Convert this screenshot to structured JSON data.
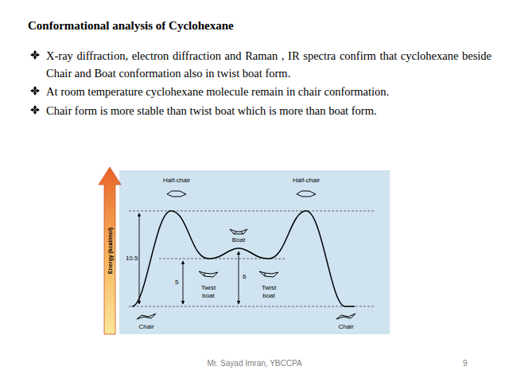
{
  "diagram": {
    "title": "Conformational analysis of Cyclohexane",
    "labels": [
      "X-ray diffraction, electron diffraction and Raman , IR spectra confirm that cyclohexane beside Chair and Boat conformation also in twist boat form.",
      "At room temperature cyclohexane molecule remain in chair conformation.",
      "Chair form is more stable than twist boat which is more than boat form.",
      "Energy (kcal/mol)",
      "Half-chair",
      "Half-chair",
      "Boat",
      "10.5",
      "5",
      "6",
      "Twist boat",
      "Twist boat",
      "Chair",
      "Chair",
      "Mr. Sayad Imran, YBCCPA",
      "9"
    ]
  }
}
